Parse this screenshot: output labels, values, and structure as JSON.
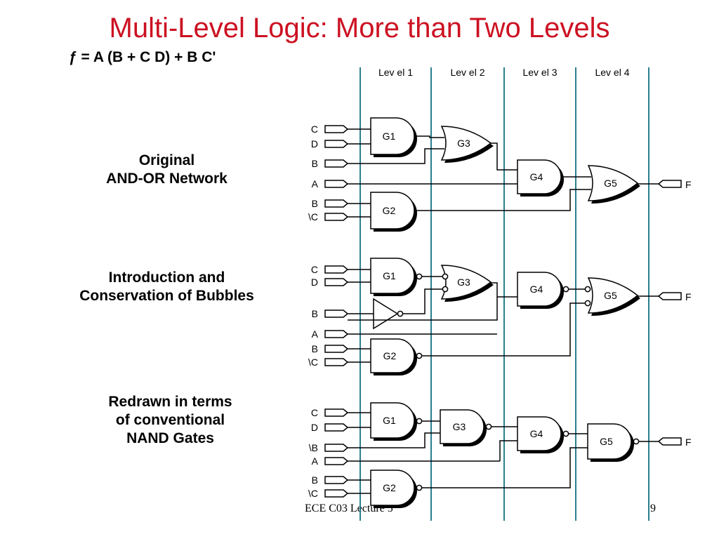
{
  "slide": {
    "title": "Multi-Level Logic: More than Two Levels",
    "formula": "ƒ = A (B + C D) + B C'",
    "footer_left": "ECE C03 Lecture 5",
    "page_number": "9"
  },
  "colors": {
    "title": "#cc1122",
    "level_line": "#2a7f8f",
    "wire": "#000000"
  },
  "levels": [
    "Lev el 1",
    "Lev el 2",
    "Lev el 3",
    "Lev el 4"
  ],
  "sections": [
    {
      "label_lines": [
        "Original",
        "AND-OR Network"
      ],
      "inputs": [
        "C",
        "D",
        "B",
        "A",
        "B",
        "\\C"
      ],
      "gates": [
        "G1",
        "G2",
        "G3",
        "G4",
        "G5"
      ],
      "output": "F"
    },
    {
      "label_lines": [
        "Introduction and",
        "Conservation of Bubbles"
      ],
      "inputs": [
        "C",
        "D",
        "B",
        "A",
        "B",
        "\\C"
      ],
      "gates": [
        "G1",
        "G2",
        "G3",
        "G4",
        "G5"
      ],
      "output": "F"
    },
    {
      "label_lines": [
        "Redrawn in terms",
        "of conventional",
        "NAND Gates"
      ],
      "inputs": [
        "C",
        "D",
        "\\B",
        "A",
        "B",
        "\\C"
      ],
      "gates": [
        "G1",
        "G2",
        "G3",
        "G4",
        "G5"
      ],
      "output": "F"
    }
  ]
}
